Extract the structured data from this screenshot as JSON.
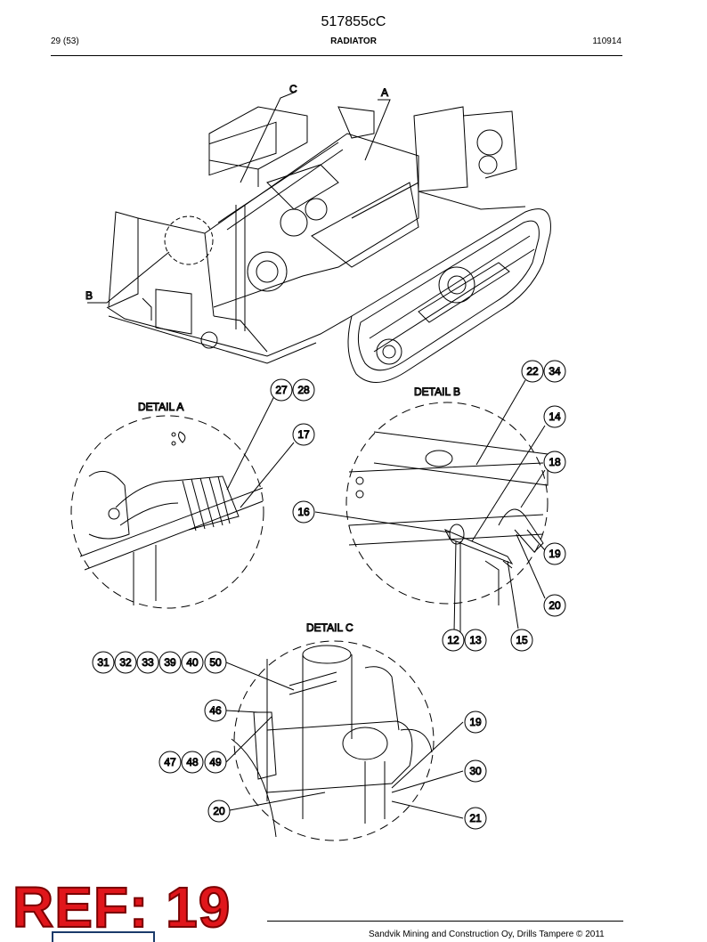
{
  "header": {
    "doc_number": "517855cC",
    "page": "29 (53)",
    "section_title": "RADIATOR",
    "date_code": "110914"
  },
  "view_labels": {
    "a": "A",
    "b": "B",
    "c": "C"
  },
  "details": {
    "a_title": "DETAIL A",
    "b_title": "DETAIL B",
    "c_title": "DETAIL C"
  },
  "callouts": {
    "detail_a": [
      "27",
      "28",
      "17"
    ],
    "detail_b": [
      "22",
      "34",
      "14",
      "18",
      "16",
      "19",
      "20",
      "12",
      "13",
      "15"
    ],
    "detail_c": [
      "31",
      "32",
      "33",
      "39",
      "40",
      "50",
      "46",
      "47",
      "48",
      "49",
      "19",
      "30",
      "20",
      "21"
    ]
  },
  "ref_stamp": "REF: 19",
  "footer": {
    "copyright": "Sandvik Mining and Construction Oy, Drills Tampere © 2011"
  }
}
